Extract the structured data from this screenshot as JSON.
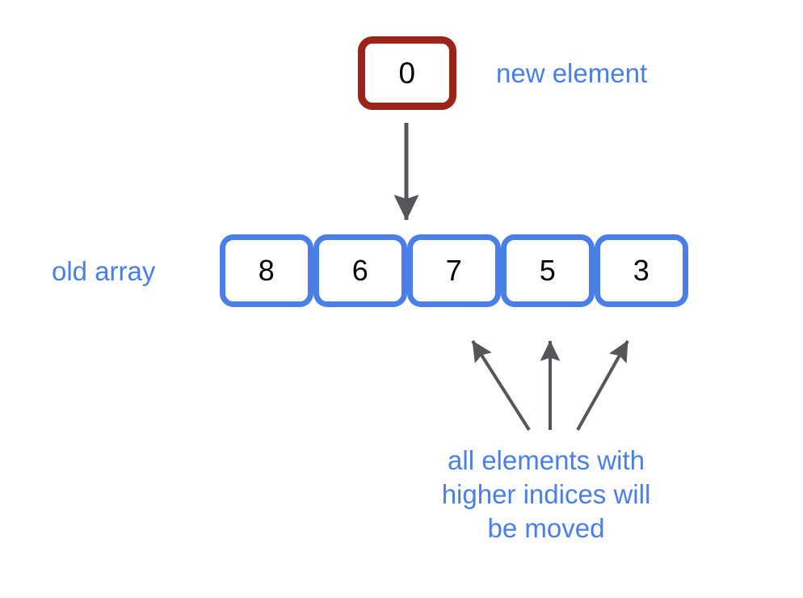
{
  "diagram": {
    "title_not_shown": "",
    "background_color": "#ffffff",
    "new_element": {
      "value": "0",
      "label": "new element",
      "border_color": "#9c2318",
      "fill_color": "#ffffff",
      "text_color": "#000000",
      "label_color": "#4a7fe8"
    },
    "old_array": {
      "label": "old array",
      "label_color": "#4a7fe8",
      "border_color": "#4a7fe8",
      "fill_color": "#ffffff",
      "value_color": "#000000",
      "cells": [
        {
          "index": "0",
          "value": "8"
        },
        {
          "index": "1",
          "value": "6"
        },
        {
          "index": "2",
          "value": "7"
        },
        {
          "index": "3",
          "value": "5"
        },
        {
          "index": "4",
          "value": "3"
        }
      ]
    },
    "caption": {
      "lines": [
        "all elements with",
        "higher indices will",
        "be moved"
      ],
      "color": "#4a7fe8"
    },
    "arrows": {
      "color": "#55555a",
      "insert_arrow_name": "insertion-arrow-down",
      "shift_arrow_names": [
        "shift-arrow-left",
        "shift-arrow-center",
        "shift-arrow-right"
      ]
    }
  }
}
